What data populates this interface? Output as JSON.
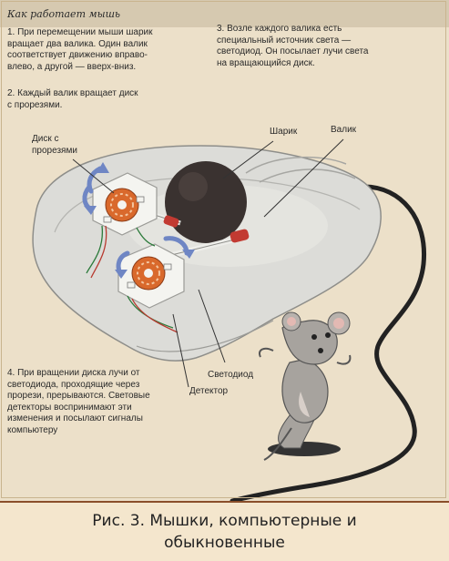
{
  "header": {
    "title": "Как работает мышь"
  },
  "notes": {
    "step1": "1. При перемещении мыши шарик\nвращает два валика. Один валик\nсоответствует движению вправо-\nвлево, а другой — вверх-вниз.",
    "step2": "2. Каждый валик вращает диск\nс прорезями.",
    "step3": "3. Возле каждого валика  есть\nспециальный источник света —\nсветодиод. Он посылает лучи света\nна вращающийся диск.",
    "step4": "4. При вращении диска лучи от\nсветодиода, проходящие через\nпрорези, прерываются. Световые\nдетекторы воспринимают эти\nизменения и посылают сигналы\nкомпьютеру"
  },
  "labels": {
    "ball": "Шарик",
    "roller": "Валик",
    "slotted_disk": "Диск с\nпрорезями",
    "led": "Светодиод",
    "detector": "Детектор"
  },
  "caption": "Рис. 3. Мышки, компьютерные и\nобыкновенные",
  "colors": {
    "mouse_body": "#dcdcd8",
    "ball": "#3a3230",
    "disk": "#d9692c",
    "arrow": "#6f86c4",
    "rodent": "#a7a39e",
    "cable": "#222222",
    "caption_rule": "#8a4f2a"
  }
}
